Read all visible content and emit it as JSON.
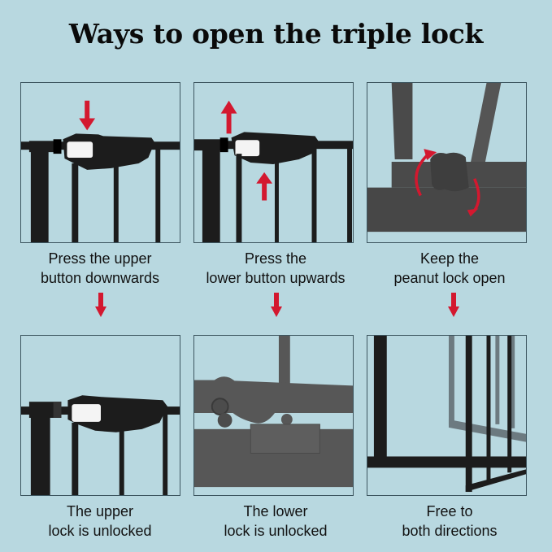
{
  "title": "Ways to open the triple lock",
  "colors": {
    "background": "#b8d8e0",
    "arrow": "#d3182f",
    "gate_black": "#1c1c1c",
    "gate_grey": "#4a4a4a",
    "border": "#3d5660"
  },
  "steps": [
    {
      "caption_line1": "Press the upper",
      "caption_line2": "button downwards",
      "icon": "arrow-down-icon"
    },
    {
      "caption_line1": "Press the",
      "caption_line2": "lower button upwards",
      "icon": "arrow-up-icon"
    },
    {
      "caption_line1": "Keep the",
      "caption_line2": "peanut lock open",
      "icon": "rotate-arrows-icon"
    }
  ],
  "results": [
    {
      "caption_line1": "The upper",
      "caption_line2": "lock is unlocked"
    },
    {
      "caption_line1": "The lower",
      "caption_line2": "lock is unlocked"
    },
    {
      "caption_line1": "Free to",
      "caption_line2": "both directions"
    }
  ]
}
